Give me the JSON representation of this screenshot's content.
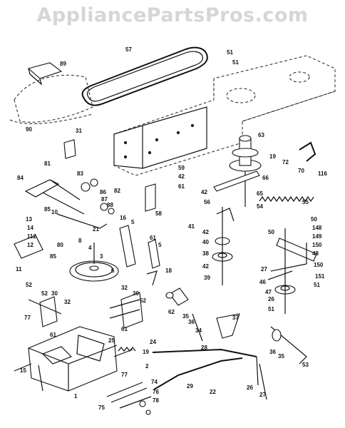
{
  "watermark": "AppliancePartsPros.com",
  "labels": [
    {
      "id": "57",
      "text": "57"
    },
    {
      "id": "51a",
      "text": "51"
    },
    {
      "id": "51b",
      "text": "51"
    },
    {
      "id": "89",
      "text": "89"
    },
    {
      "id": "90",
      "text": "90"
    },
    {
      "id": "31",
      "text": "31"
    },
    {
      "id": "63",
      "text": "63"
    },
    {
      "id": "19a",
      "text": "19"
    },
    {
      "id": "72",
      "text": "72"
    },
    {
      "id": "70",
      "text": "70"
    },
    {
      "id": "116",
      "text": "116"
    },
    {
      "id": "59",
      "text": "59"
    },
    {
      "id": "42a",
      "text": "42"
    },
    {
      "id": "61a",
      "text": "61"
    },
    {
      "id": "66",
      "text": "66"
    },
    {
      "id": "42b",
      "text": "42"
    },
    {
      "id": "65",
      "text": "65"
    },
    {
      "id": "56",
      "text": "56"
    },
    {
      "id": "54",
      "text": "54"
    },
    {
      "id": "55",
      "text": "55"
    },
    {
      "id": "81",
      "text": "81"
    },
    {
      "id": "83",
      "text": "83"
    },
    {
      "id": "82",
      "text": "82"
    },
    {
      "id": "84",
      "text": "84"
    },
    {
      "id": "86",
      "text": "86"
    },
    {
      "id": "87",
      "text": "87"
    },
    {
      "id": "88",
      "text": "88"
    },
    {
      "id": "58",
      "text": "58"
    },
    {
      "id": "85a",
      "text": "85"
    },
    {
      "id": "10",
      "text": "10"
    },
    {
      "id": "13",
      "text": "13"
    },
    {
      "id": "14",
      "text": "14"
    },
    {
      "id": "112",
      "text": "112"
    },
    {
      "id": "12",
      "text": "12"
    },
    {
      "id": "80",
      "text": "80"
    },
    {
      "id": "85b",
      "text": "85"
    },
    {
      "id": "21",
      "text": "21"
    },
    {
      "id": "8",
      "text": "8"
    },
    {
      "id": "16",
      "text": "16"
    },
    {
      "id": "5a",
      "text": "5"
    },
    {
      "id": "41",
      "text": "41"
    },
    {
      "id": "42c",
      "text": "42"
    },
    {
      "id": "50a",
      "text": "50"
    },
    {
      "id": "50b",
      "text": "50"
    },
    {
      "id": "148",
      "text": "148"
    },
    {
      "id": "149",
      "text": "149"
    },
    {
      "id": "40",
      "text": "40"
    },
    {
      "id": "150a",
      "text": "150"
    },
    {
      "id": "48",
      "text": "48"
    },
    {
      "id": "11",
      "text": "11"
    },
    {
      "id": "4",
      "text": "4"
    },
    {
      "id": "3",
      "text": "3"
    },
    {
      "id": "61b",
      "text": "61"
    },
    {
      "id": "5b",
      "text": "5"
    },
    {
      "id": "38",
      "text": "38"
    },
    {
      "id": "42d",
      "text": "42"
    },
    {
      "id": "150b",
      "text": "150"
    },
    {
      "id": "27a",
      "text": "27"
    },
    {
      "id": "6",
      "text": "6"
    },
    {
      "id": "18",
      "text": "18"
    },
    {
      "id": "39",
      "text": "39"
    },
    {
      "id": "46",
      "text": "46"
    },
    {
      "id": "151",
      "text": "151"
    },
    {
      "id": "51c",
      "text": "51"
    },
    {
      "id": "52a",
      "text": "52"
    },
    {
      "id": "47",
      "text": "47"
    },
    {
      "id": "26a",
      "text": "26"
    },
    {
      "id": "51d",
      "text": "51"
    },
    {
      "id": "52b",
      "text": "52"
    },
    {
      "id": "30a",
      "text": "30"
    },
    {
      "id": "32a",
      "text": "32"
    },
    {
      "id": "32b",
      "text": "32"
    },
    {
      "id": "30b",
      "text": "30"
    },
    {
      "id": "52c",
      "text": "52"
    },
    {
      "id": "62",
      "text": "62"
    },
    {
      "id": "35a",
      "text": "35"
    },
    {
      "id": "36a",
      "text": "36"
    },
    {
      "id": "77a",
      "text": "77"
    },
    {
      "id": "61c",
      "text": "61"
    },
    {
      "id": "61d",
      "text": "61"
    },
    {
      "id": "34",
      "text": "34"
    },
    {
      "id": "37",
      "text": "37"
    },
    {
      "id": "25",
      "text": "25"
    },
    {
      "id": "24",
      "text": "24"
    },
    {
      "id": "19b",
      "text": "19"
    },
    {
      "id": "36b",
      "text": "36"
    },
    {
      "id": "35b",
      "text": "35"
    },
    {
      "id": "28",
      "text": "28"
    },
    {
      "id": "15",
      "text": "15"
    },
    {
      "id": "2",
      "text": "2"
    },
    {
      "id": "77b",
      "text": "77"
    },
    {
      "id": "53",
      "text": "53"
    },
    {
      "id": "74",
      "text": "74"
    },
    {
      "id": "29",
      "text": "29"
    },
    {
      "id": "1",
      "text": "1"
    },
    {
      "id": "76",
      "text": "76"
    },
    {
      "id": "78",
      "text": "78"
    },
    {
      "id": "26b",
      "text": "26"
    },
    {
      "id": "27b",
      "text": "27"
    },
    {
      "id": "22",
      "text": "22"
    },
    {
      "id": "75",
      "text": "75"
    }
  ]
}
